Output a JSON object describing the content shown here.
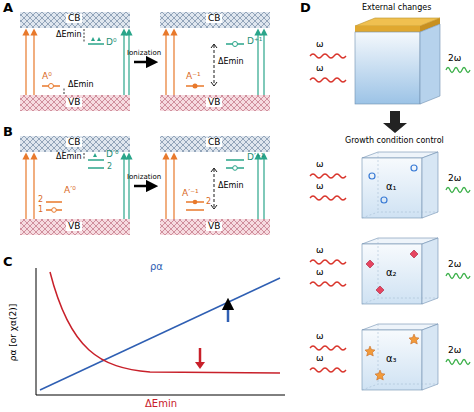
{
  "diagram": {
    "labels": [
      "A",
      "CB",
      "ΔEmin",
      "D⁰",
      "A⁰",
      "ΔEmin",
      "VB",
      "Ionization",
      "CB",
      "D⁺¹",
      "ΔEmin",
      "A⁻¹",
      "VB",
      "B",
      "CB",
      "ΔEmin",
      "D′⁰",
      "2",
      "2",
      "1",
      "A′⁰",
      "VB",
      "Ionization",
      "CB",
      "D′⁺¹",
      "ΔEmin",
      "A′⁻¹",
      "2",
      "VB",
      "C",
      "ρα [or χα(2)]",
      "ρα",
      "ΔEmin",
      "D",
      "External changes",
      "ω",
      "ω",
      "2ω",
      "Growth condition control",
      "ω",
      "ω",
      "α₁",
      "2ω",
      "ω",
      "ω",
      "α₂",
      "2ω",
      "ω",
      "ω",
      "α₃",
      "2ω"
    ]
  }
}
